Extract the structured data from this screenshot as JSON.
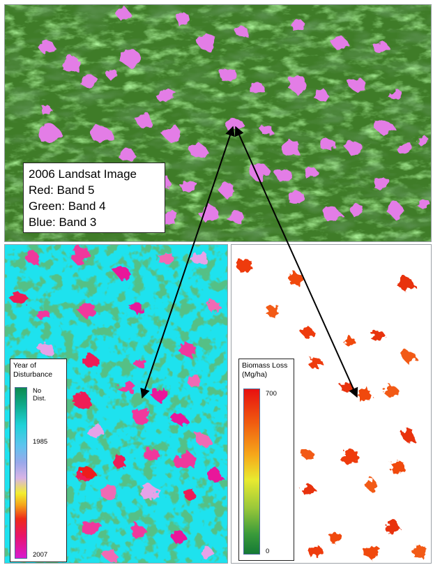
{
  "top_panel": {
    "label_lines": [
      "2006 Landsat Image",
      "Red: Band 5",
      "Green: Band 4",
      "Blue: Band 3"
    ]
  },
  "legend_year": {
    "title_line1": "Year of",
    "title_line2": "Disturbance",
    "tick_top_1": "No",
    "tick_top_2": "Dist.",
    "tick_mid": "1985",
    "tick_bottom": "2007"
  },
  "legend_biomass": {
    "title_line1": "Biomass Loss",
    "title_line2": "(Mg/ha)",
    "tick_top": "700",
    "tick_bottom": "0"
  },
  "colors": {
    "landsat_forest": "#3d7a26",
    "landsat_ridge": "#8ee04c",
    "landsat_clearcut": "#e37de6",
    "no_disturbance": "#16863c",
    "early_disturbance_cyan": "#18e6f0",
    "recent_disturbance_pink": "#f0389c",
    "biomass_high": "#ee3a0e"
  }
}
